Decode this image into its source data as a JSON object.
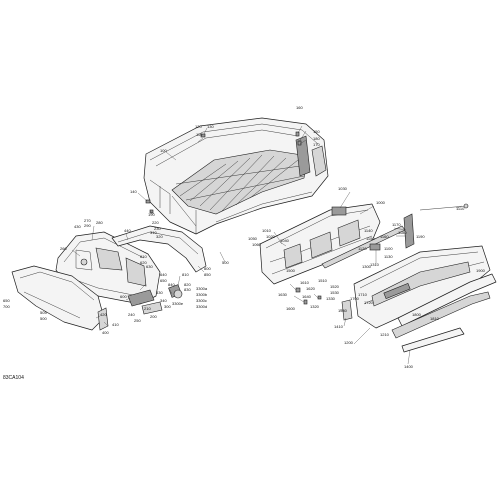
{
  "diagram_code": "83CA104",
  "callouts": {
    "c100": "100",
    "c110": "110",
    "c120": "120",
    "c130": "130",
    "c140": "140",
    "c150": "150",
    "c160": "160",
    "c170": "170",
    "c180": "180",
    "c190": "190",
    "c200": "200",
    "c210": "210",
    "c220": "220",
    "c230": "230",
    "c240": "240",
    "c250": "250",
    "c260": "260",
    "c270": "270",
    "c280": "280",
    "c290": "290",
    "c300": "300",
    "c310": "310",
    "c320": "320",
    "c330": "330",
    "c340": "340",
    "c400": "400",
    "c410": "410",
    "c420": "420",
    "c430": "430",
    "c440": "440",
    "c500": "500",
    "c505": "505",
    "c600": "600",
    "c610": "610",
    "c620": "620",
    "c630": "630",
    "c640": "640",
    "c650": "650",
    "c700": "700",
    "c800": "800",
    "c810": "810",
    "c820": "820",
    "c830": "830",
    "c840": "840",
    "c850": "850",
    "c3300a": "3300a",
    "c3300b": "3300b",
    "c3300c": "3300c",
    "c3300d": "3300d",
    "c3300e": "3300e",
    "c1000": "1000",
    "c1010": "1010",
    "c1020": "1020",
    "c1030": "1030",
    "c1040": "1040",
    "c1050": "1050",
    "c1060": "1060",
    "c1100": "1100",
    "c1110": "1110",
    "c1120": "1120",
    "c1130": "1130",
    "c1140": "1140",
    "c1150": "1150",
    "c1160": "1160",
    "c1170": "1170",
    "c1180": "1180",
    "c1190": "1190",
    "c1200": "1200",
    "c1210": "1210",
    "c1300": "1300",
    "c1310": "1310",
    "c1320": "1320",
    "c1330": "1330",
    "c1400": "1400",
    "c1410": "1410",
    "c1500": "1500",
    "c1510": "1510",
    "c1520": "1520",
    "c1530": "1530",
    "c1540": "1540",
    "c1600": "1600",
    "c1610": "1610",
    "c1620": "1620",
    "c1630": "1630",
    "c1640": "1640",
    "c1700": "1700",
    "c1710": "1710",
    "c1720": "1720",
    "c1800": "1800",
    "c1810": "1810",
    "c1900": "1900"
  }
}
